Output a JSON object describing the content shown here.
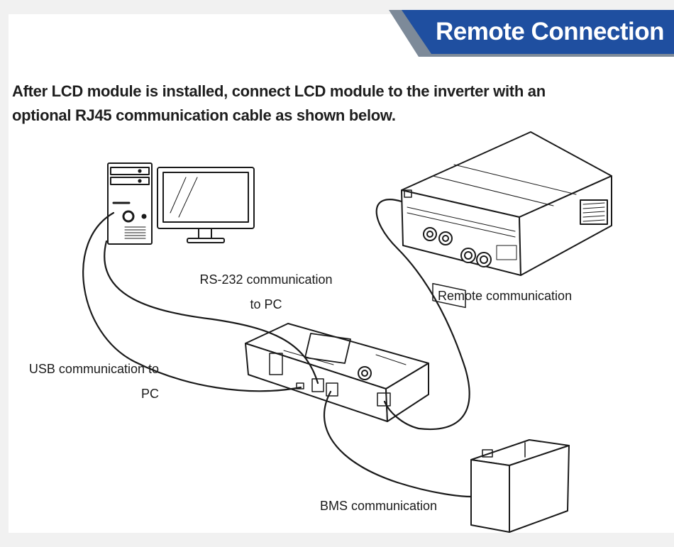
{
  "header": {
    "title": "Remote Connection",
    "accent_color": "#1f4fa0",
    "shadow_color": "#7d8a99"
  },
  "intro": {
    "line1": "After LCD module is installed, connect LCD module to the inverter with an",
    "line2": "optional RJ45 communication cable as shown below."
  },
  "labels": {
    "rs232_line1": "RS-232 communication",
    "rs232_line2": "to PC",
    "remote": "Remote communication",
    "usb_line1": "USB communication to",
    "usb_line2": "PC",
    "bms": "BMS communication"
  },
  "icons": [
    "pc-tower-icon",
    "monitor-icon",
    "inverter-icon",
    "lcd-module-icon",
    "battery-icon"
  ]
}
